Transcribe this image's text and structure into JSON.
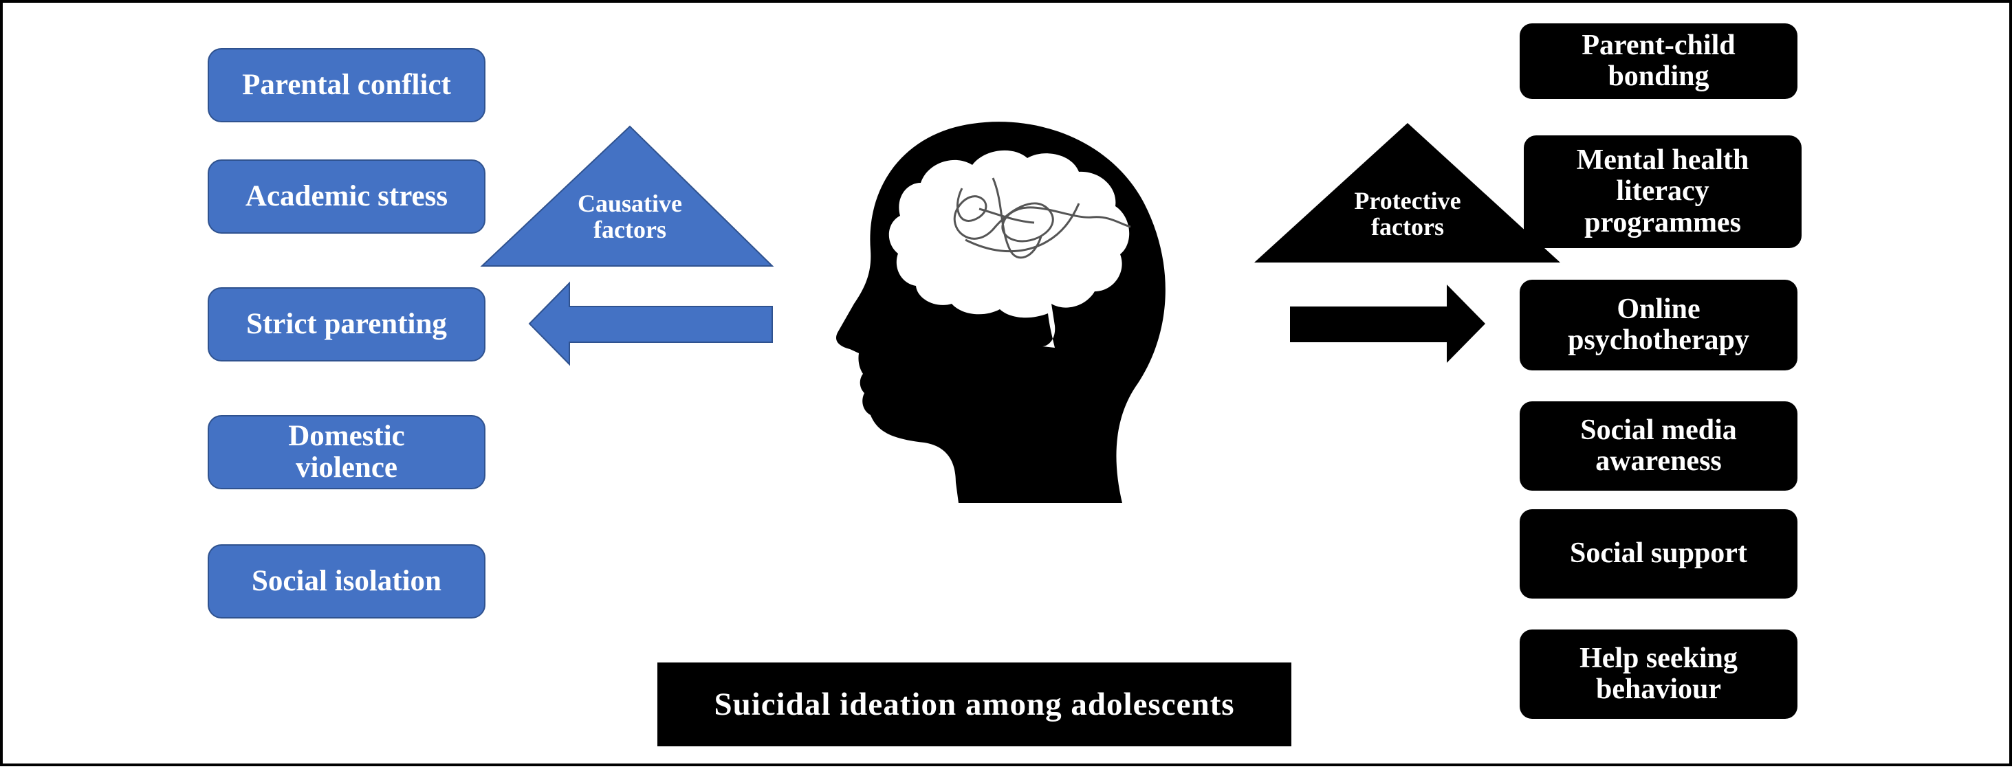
{
  "causative": {
    "label": "Causative factors",
    "color": "#4472c4",
    "items": [
      "Parental conflict",
      "Academic stress",
      "Strict parenting",
      "Domestic violence",
      "Social isolation"
    ]
  },
  "protective": {
    "label": "Protective factors",
    "color": "#000000",
    "items": [
      "Parent-child bonding",
      "Mental health literacy programmes",
      "Online psychotherapy",
      "Social media awareness",
      "Social support",
      "Help seeking behaviour"
    ]
  },
  "center": {
    "icon": "head-with-scribbled-brain-icon",
    "title": "Suicidal ideation among adolescents"
  }
}
